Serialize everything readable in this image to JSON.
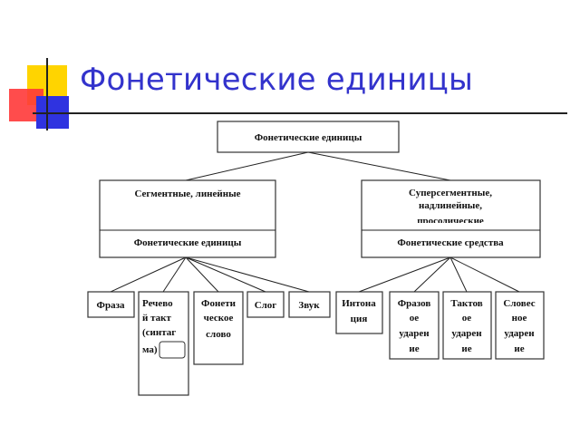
{
  "slide": {
    "title": "Фонетические единицы"
  },
  "diagram": {
    "root": "Фонетические единицы",
    "left_header": "Сегментные, линейные",
    "left_sub": "Фонетические единицы",
    "right_header": [
      "Суперсегментные,",
      "надлинейные,",
      "просодические"
    ],
    "right_sub": "Фонетические средства",
    "left_leaves": [
      {
        "lines": [
          "Фраза"
        ]
      },
      {
        "lines": [
          "Речево",
          "й такт",
          "(синтаг",
          "ма)"
        ]
      },
      {
        "lines": [
          "Фонети",
          "ческое",
          "слово"
        ]
      },
      {
        "lines": [
          "Слог"
        ]
      },
      {
        "lines": [
          "Звук"
        ]
      }
    ],
    "right_leaves": [
      {
        "lines": [
          "Интона",
          "ция"
        ]
      },
      {
        "lines": [
          "Фразов",
          "ое",
          "ударен",
          "ие"
        ]
      },
      {
        "lines": [
          "Тактов",
          "ое",
          "ударен",
          "ие"
        ]
      },
      {
        "lines": [
          "Словес",
          "ное",
          "ударен",
          "ие"
        ]
      }
    ]
  }
}
